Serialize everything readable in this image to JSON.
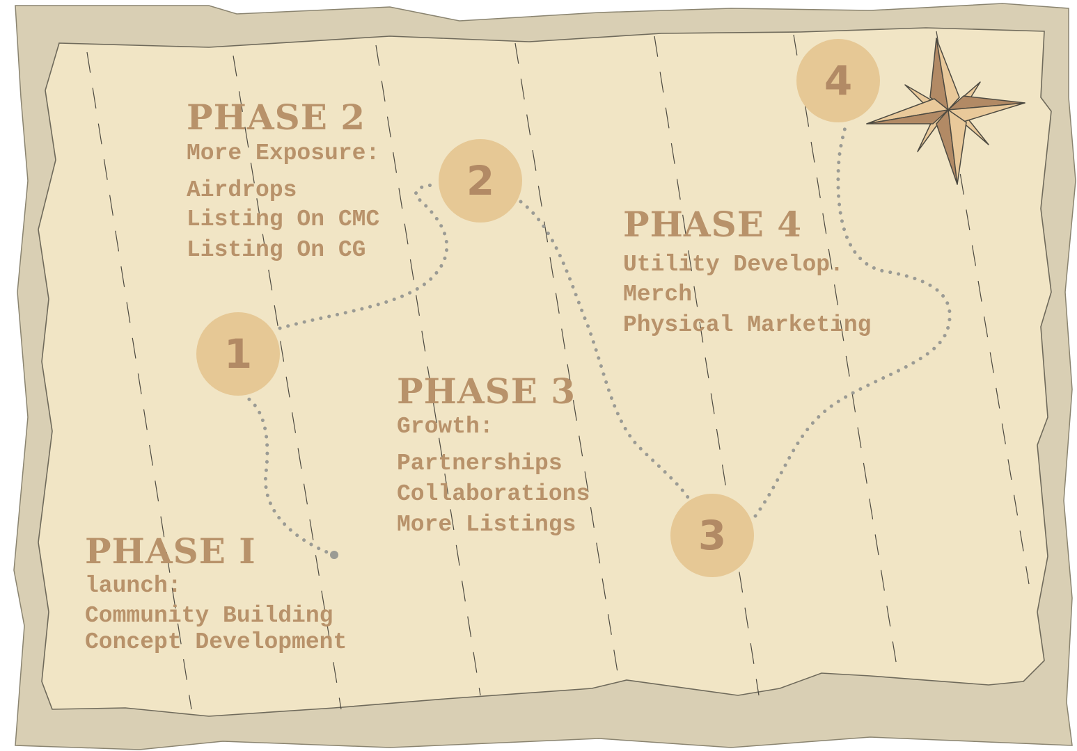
{
  "colors": {
    "border": "#d9cfb4",
    "parchment": "#f1e5c5",
    "text": "#b8926a",
    "node_fill": "#e6c895",
    "node_text": "#b28a65",
    "path_dots": "#9b9b94",
    "compass_dark": "#b28a65",
    "compass_light": "#e9c99a"
  },
  "phases": [
    {
      "title": "PHASE I",
      "subtitle": "launch:",
      "items": [
        "Community Building",
        "Concept Development"
      ]
    },
    {
      "title": "PHASE 2",
      "subtitle": "More Exposure:",
      "items": [
        "Airdrops",
        "Listing On CMC",
        "Listing On CG"
      ]
    },
    {
      "title": "PHASE 3",
      "subtitle": "Growth:",
      "items": [
        "Partnerships",
        "Collaborations",
        "More Listings"
      ]
    },
    {
      "title": "PHASE 4",
      "subtitle": "",
      "items": [
        "Utility Develop.",
        "Merch",
        "Physical Marketing"
      ]
    }
  ],
  "nodes": [
    {
      "label": "1"
    },
    {
      "label": "2"
    },
    {
      "label": "3"
    },
    {
      "label": "4"
    }
  ],
  "icons": [
    "compass-rose-icon",
    "start-point-dot-icon"
  ]
}
